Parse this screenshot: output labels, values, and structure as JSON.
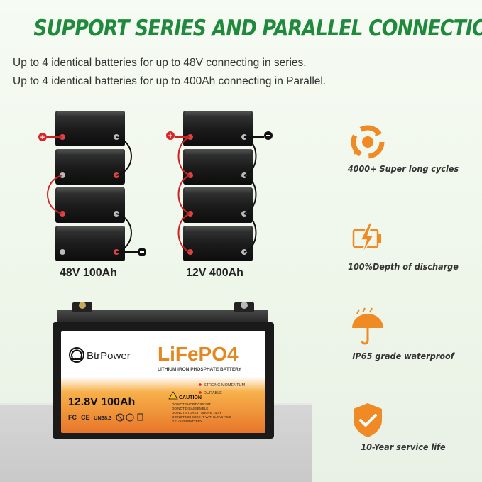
{
  "headline": "SUPPORT SERIES AND PARALLEL CONNECTION",
  "subtitle_series": "Up to 4 identical batteries for up to 48V connecting in series.",
  "subtitle_parallel": "Up to 4 identical batteries for up to 400Ah connecting in Parallel.",
  "packs": [
    {
      "caption": "48V 100Ah"
    },
    {
      "caption": "12V 400Ah"
    }
  ],
  "battery": {
    "brand": "BtrPower",
    "chemistry": "LiFePO4",
    "chemistry_sub": "LITHIUM IRON PHOSPHATE BATTERY",
    "rating": "12.8V 100Ah",
    "bullets": [
      "STRONG MOMENTUM",
      "DURABLE"
    ],
    "caution_title": "CAUTION",
    "caution_lines": [
      "DO NOT SHORT CIRCUIT",
      "DO NOT DISASSEMBLE",
      "DO NOT STORE IT ABOVE 140°F",
      "DO NOT MIX-WIRE IT WITH LEAD ACID-",
      "GEL/AGM BATTERY"
    ],
    "cert_fc": "FC",
    "cert_ce": "CE",
    "cert_un": "UN38.3"
  },
  "features": [
    {
      "label": "4000+ Super long cycles",
      "icon": "recycle-icon"
    },
    {
      "label": "100%Depth of discharge",
      "icon": "lightning-battery-icon"
    },
    {
      "label": "IP65 grade waterproof",
      "icon": "umbrella-icon"
    },
    {
      "label": "10-Year service life",
      "icon": "shield-check-icon"
    }
  ],
  "colors": {
    "green": "#1f8a3b",
    "orange": "#f08a24",
    "red": "#d8262b"
  }
}
